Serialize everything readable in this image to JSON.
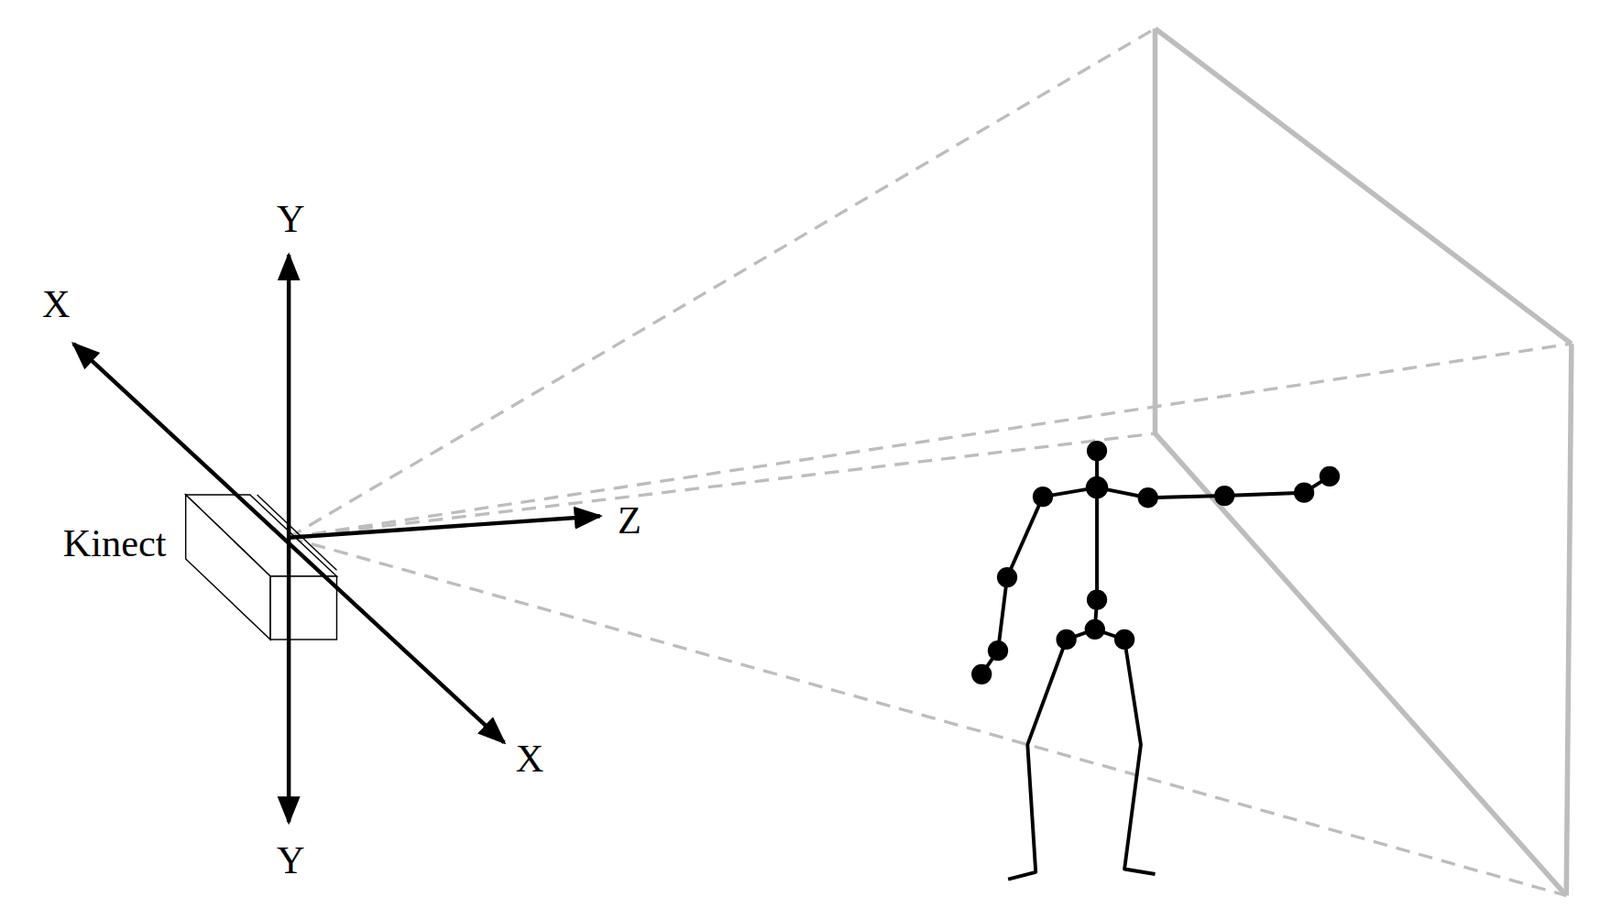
{
  "diagram": {
    "labels": [
      "Y",
      "X",
      "Kinect",
      "Z",
      "X",
      "Y"
    ]
  }
}
